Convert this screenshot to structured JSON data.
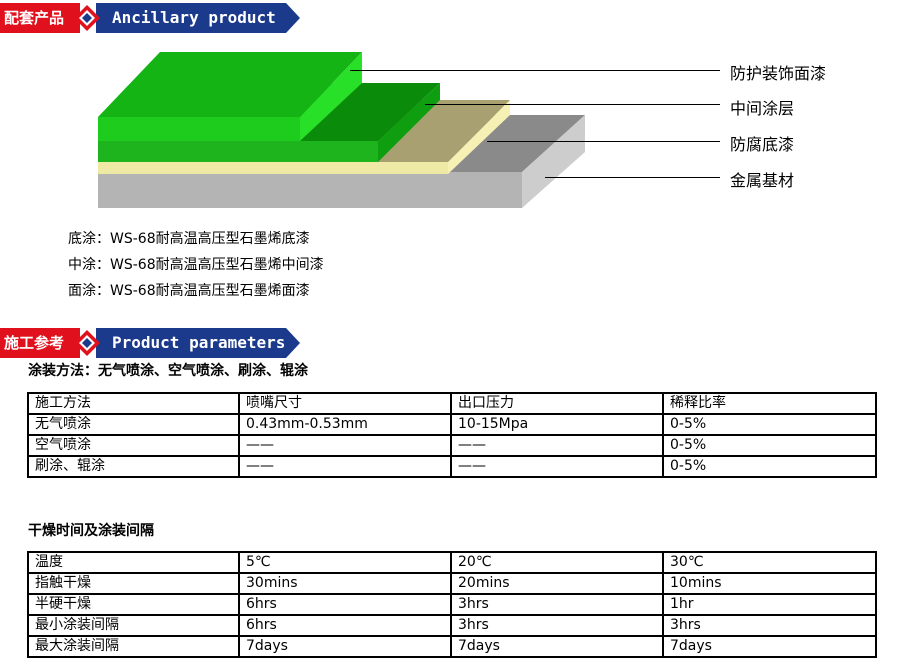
{
  "banner1": {
    "cn": "配套产品",
    "en": "Ancillary product"
  },
  "layers": [
    {
      "label": "防护装饰面漆"
    },
    {
      "label": "中间涂层"
    },
    {
      "label": "防腐底漆"
    },
    {
      "label": "金属基材"
    }
  ],
  "products": [
    "底涂：WS-68耐高温高压型石墨烯底漆",
    "中涂：WS-68耐高温高压型石墨烯中间漆",
    "面涂：WS-68耐高温高压型石墨烯面漆"
  ],
  "banner2": {
    "cn": "施工参考",
    "en": "Product parameters"
  },
  "method_title": "涂装方法：无气喷涂、空气喷涂、刷涂、辊涂",
  "method_table": [
    [
      "施工方法",
      "喷嘴尺寸",
      "出口压力",
      "稀释比率"
    ],
    [
      "无气喷涂",
      "0.43mm-0.53mm",
      "10-15Mpa",
      "0-5%"
    ],
    [
      "空气喷涂",
      "——",
      "——",
      "0-5%"
    ],
    [
      "刷涂、辊涂",
      "——",
      "——",
      "0-5%"
    ]
  ],
  "dry_title": "干燥时间及涂装间隔",
  "dry_table": [
    [
      "温度",
      "5℃",
      "20℃",
      "30℃"
    ],
    [
      "指触干燥",
      "30mins",
      "20mins",
      "10mins"
    ],
    [
      "半硬干燥",
      "6hrs",
      "3hrs",
      "1hr"
    ],
    [
      "最小涂装间隔",
      "6hrs",
      "3hrs",
      "3hrs"
    ],
    [
      "最大涂装间隔",
      "7days",
      "7days",
      "7days"
    ]
  ],
  "colors": {
    "banner_red": "#e0101c",
    "banner_blue": "#1c3a8c",
    "topcoat": "#1ec81e",
    "midcoat": "#0a8c0a",
    "primer": "#a8a070",
    "substrate": "#b4b4b4"
  }
}
